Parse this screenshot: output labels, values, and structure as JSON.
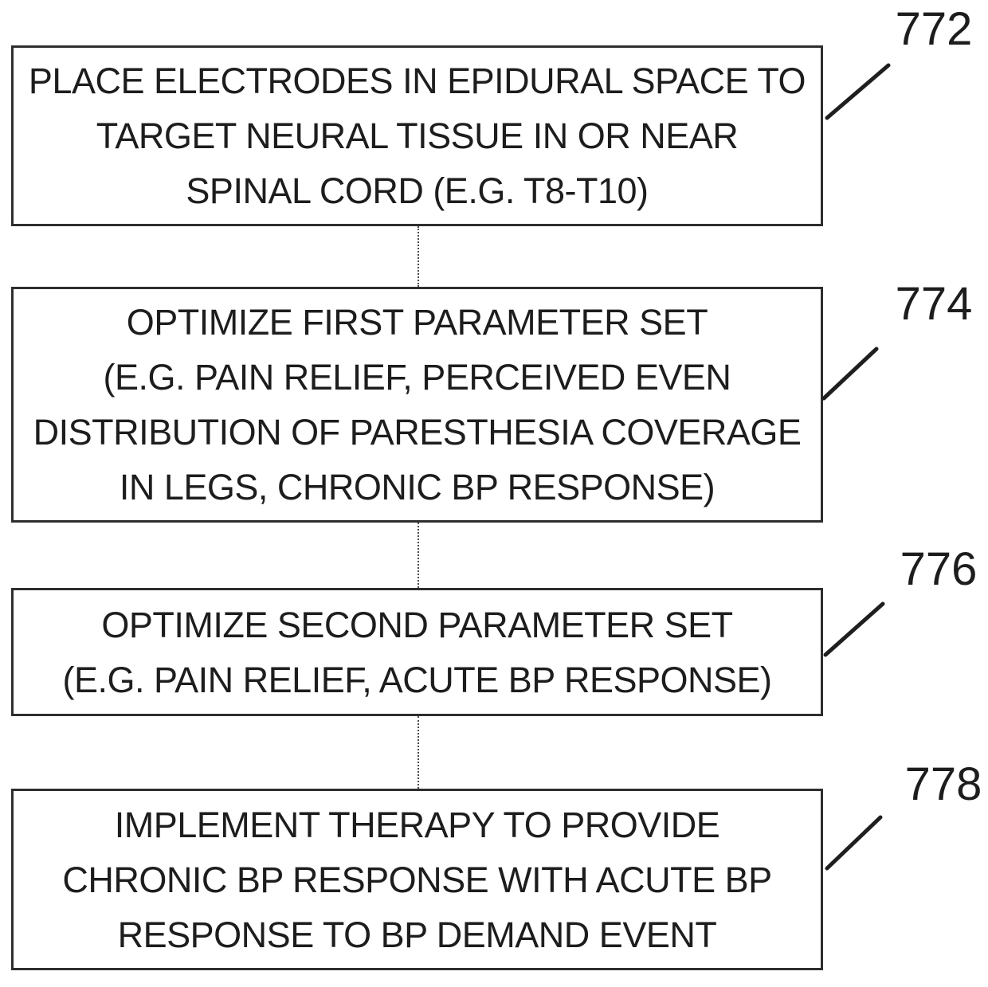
{
  "figure": {
    "type": "flowchart",
    "background_color": "#ffffff",
    "ink_color": "#1f1f1f",
    "steps": [
      {
        "ref_label": "772",
        "lines": [
          "PLACE ELECTRODES IN EPIDURAL SPACE TO",
          "TARGET NEURAL TISSUE IN OR NEAR",
          "SPINAL CORD (E.G. T8-T10)"
        ]
      },
      {
        "ref_label": "774",
        "lines": [
          "OPTIMIZE FIRST PARAMETER SET",
          "(E.G. PAIN RELIEF, PERCEIVED EVEN",
          "DISTRIBUTION OF PARESTHESIA COVERAGE",
          "IN LEGS, CHRONIC BP RESPONSE)"
        ]
      },
      {
        "ref_label": "776",
        "lines": [
          "OPTIMIZE SECOND PARAMETER SET",
          "(E.G. PAIN RELIEF, ACUTE BP RESPONSE)"
        ]
      },
      {
        "ref_label": "778",
        "lines": [
          "IMPLEMENT THERAPY TO PROVIDE",
          "CHRONIC BP RESPONSE WITH ACUTE BP",
          "RESPONSE TO BP DEMAND EVENT"
        ]
      }
    ]
  }
}
